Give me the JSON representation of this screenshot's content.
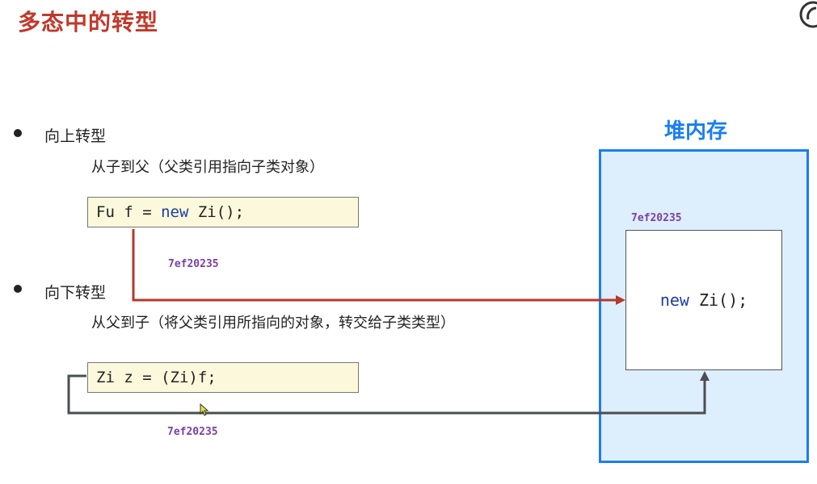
{
  "title": "多态中的转型",
  "upcast": {
    "heading": "向上转型",
    "desc": "从子到父（父类引用指向子类对象）",
    "code_prefix": "Fu f = ",
    "code_keyword": "new",
    "code_suffix": " Zi();",
    "address": "7ef20235"
  },
  "downcast": {
    "heading": "向下转型",
    "desc": "从父到子（将父类引用所指向的对象，转交给子类类型）",
    "code": "Zi z = (Zi)f;",
    "address": "7ef20235"
  },
  "heap": {
    "label": "堆内存",
    "object_address": "7ef20235",
    "object_keyword": "new",
    "object_suffix": " Zi();"
  },
  "colors": {
    "title": "#c0392b",
    "heap_border": "#1a7ef0",
    "upcast_arrow": "#b5392b",
    "downcast_arrow": "#4a4e52",
    "address": "#7b3fa8"
  }
}
